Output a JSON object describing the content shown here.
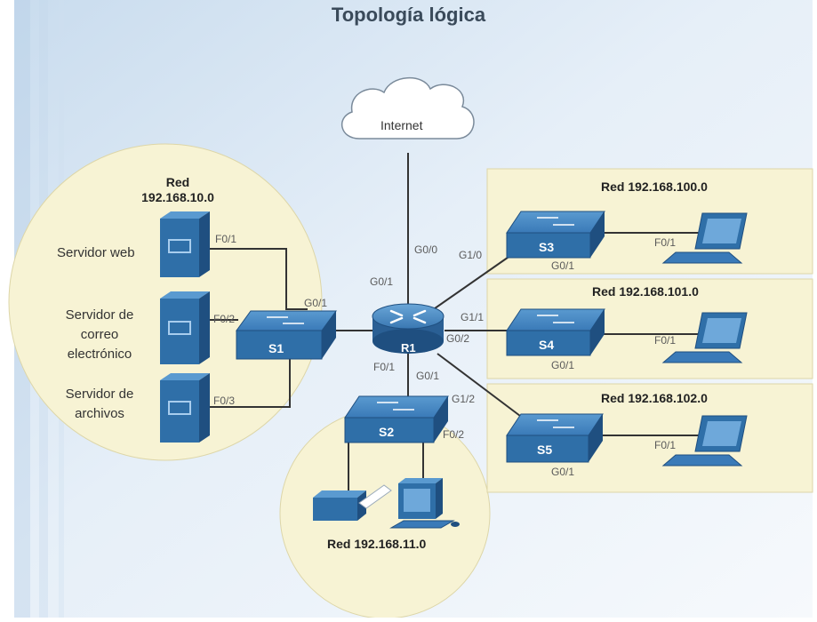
{
  "title": "Topología lógica",
  "internet": {
    "label": "Internet"
  },
  "router": {
    "name": "R1"
  },
  "switches": {
    "s1": "S1",
    "s2": "S2",
    "s3": "S3",
    "s4": "S4",
    "s5": "S5"
  },
  "networks": {
    "net10": {
      "line1": "Red",
      "line2": "192.168.10.0"
    },
    "net11": "Red 192.168.11.0",
    "net100": "Red 192.168.100.0",
    "net101": "Red 192.168.101.0",
    "net102": "Red 192.168.102.0"
  },
  "servers": {
    "web": "Servidor web",
    "mail": [
      "Servidor de",
      "correo",
      "electrónico"
    ],
    "files": [
      "Servidor de",
      "archivos"
    ]
  },
  "ports": {
    "r1_g0_0": "G0/0",
    "r1_g0_1_upper": "G0/1",
    "r1_g0_1_lower": "G0/1",
    "r1_g0_2": "G0/2",
    "r1_f0_1": "F0/1",
    "s1_g0_1": "G0/1",
    "s1_f0_1": "F0/1",
    "s1_f0_2": "F0/2",
    "s1_f0_3": "F0/3",
    "s2_f0_2": "F0/2",
    "s3_g1_0": "G1/0",
    "s3_g0_1": "G0/1",
    "s3_f0_1": "F0/1",
    "s4_g1_1": "G1/1",
    "s4_g0_1": "G0/1",
    "s4_f0_1": "F0/1",
    "s5_g1_2": "G1/2",
    "s5_g0_1": "G0/1",
    "s5_f0_1": "F0/1"
  },
  "colors": {
    "zone_fill": "#f7f3d4",
    "zone_stroke": "#ddd6a8",
    "device_blue": "#2f6fa8",
    "device_dark": "#1f4f80",
    "link": "#333333"
  }
}
